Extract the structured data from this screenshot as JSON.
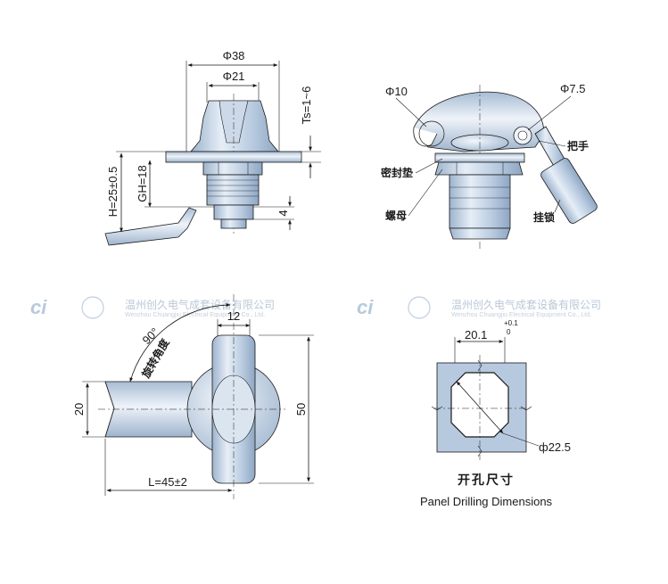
{
  "watermark": {
    "logo_text": "ci",
    "company_cn": "温州创久电气成套设备有限公司",
    "company_en": "Wenzhou Chuangjiu Electrical Equipment Co., Ltd."
  },
  "side_view": {
    "outer_diameter": "Φ38",
    "inner_diameter": "Φ21",
    "panel_thickness": "Ts=1~6",
    "height": "H=25±0.5",
    "gh": "GH=18",
    "small_dim": "4"
  },
  "padlock_view": {
    "hole_left": "Φ10",
    "hole_right": "Φ7.5",
    "handle_label": "把手",
    "seal_label": "密封垫",
    "nut_label": "螺母",
    "padlock_label": "挂锁"
  },
  "top_view": {
    "width_top": "12",
    "angle": "90°",
    "rotation_label": "旋转角度",
    "height_left": "20",
    "height_right": "50",
    "length": "L=45±2"
  },
  "cutout": {
    "width_value": "20.1",
    "tol_upper": "+0.1",
    "tol_lower": "0",
    "diameter": "ф22.5",
    "title_cn": "开孔尺寸",
    "title_en": "Panel Drilling Dimensions"
  }
}
